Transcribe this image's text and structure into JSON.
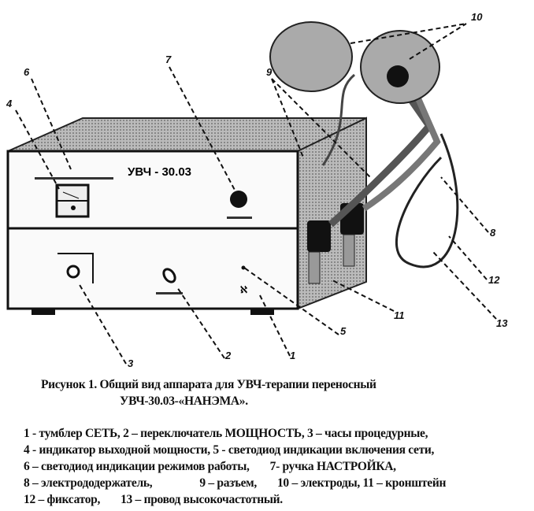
{
  "figure": {
    "device_label": "УВЧ - 30.03",
    "callouts": [
      "1",
      "2",
      "3",
      "4",
      "5",
      "6",
      "7",
      "8",
      "9",
      "10",
      "11",
      "12",
      "13"
    ]
  },
  "caption": {
    "title_line1": "Рисунок 1. Общий вид аппарата для УВЧ-терапии переносный",
    "title_line2": "УВЧ-30.03-«НАНЭМА»."
  },
  "legend": {
    "l1": "1 - тумблер СЕТЬ, 2 – переключатель МОЩНОСТЬ, 3 – часы процедурные,",
    "l2": "4 - индикатор выходной мощности, 5 - светодиод индикации включения сети,",
    "l3a": "6 – светодиод индикации режимов работы,",
    "l3b": "7- ручка НАСТРОЙКА,",
    "l4a": "8 – электрододержатель,",
    "l4b": "9 – разъем,",
    "l4c": "10 – электроды, 11 – кронштейн",
    "l5a": "12 – фиксатор,",
    "l5b": "13 – провод высокочастотный."
  }
}
